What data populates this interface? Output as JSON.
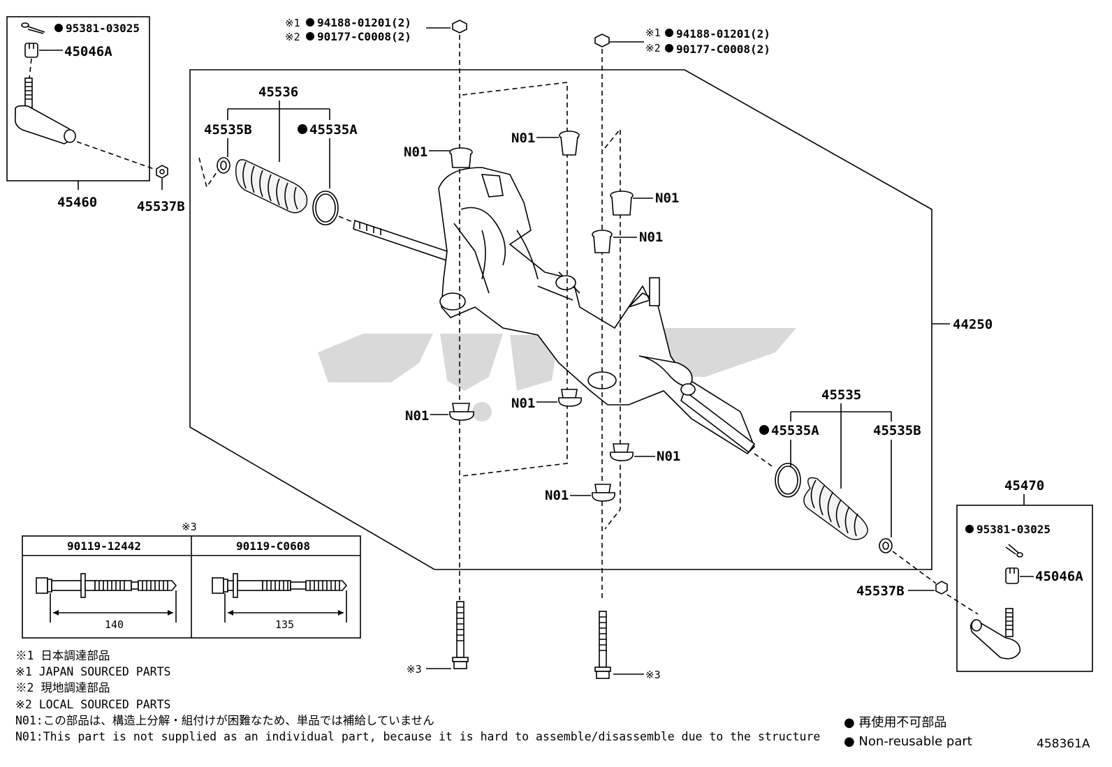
{
  "labels": {
    "p95381_left": "95381-03025",
    "p45046A_left": "45046A",
    "p45460": "45460",
    "p45537B_left": "45537B",
    "p45536": "45536",
    "p45535B_left": "45535B",
    "p45535A_left": "45535A",
    "bolt1_note1": "※1",
    "bolt1_part1": "94188-01201(2)",
    "bolt1_note2": "※2",
    "bolt1_part2": "90177-C0008(2)",
    "bolt2_note1": "※1",
    "bolt2_part1": "94188-01201(2)",
    "bolt2_note2": "※2",
    "bolt2_part2": "90177-C0008(2)",
    "n01": "N01",
    "p44250": "44250",
    "p45535": "45535",
    "p45535A_right": "45535A",
    "p45535B_right": "45535B",
    "p45470": "45470",
    "p95381_right": "95381-03025",
    "p45046A_right": "45046A",
    "p45537B_right": "45537B",
    "note3_mark": "※3"
  },
  "bolt_table": {
    "note": "※3",
    "col1_part": "90119-12442",
    "col1_length": "140",
    "col2_part": "90119-C0608",
    "col2_length": "135"
  },
  "notes": [
    "※1 日本調達部品",
    "※1 JAPAN SOURCED PARTS",
    "※2 現地調達部品",
    "※2 LOCAL SOURCED PARTS",
    "N01:この部品は、構造上分解・組付けが困難なため、単品では補給していません",
    "N01:This part is not supplied as an individual part, because it is hard to assemble/disassemble due to the structure"
  ],
  "legend": {
    "jp": "● 再使用不可部品",
    "en": "● Non-reusable part"
  },
  "figure_id": "458361A",
  "colors": {
    "line": "#000000",
    "watermark": "#d9d9d9"
  }
}
